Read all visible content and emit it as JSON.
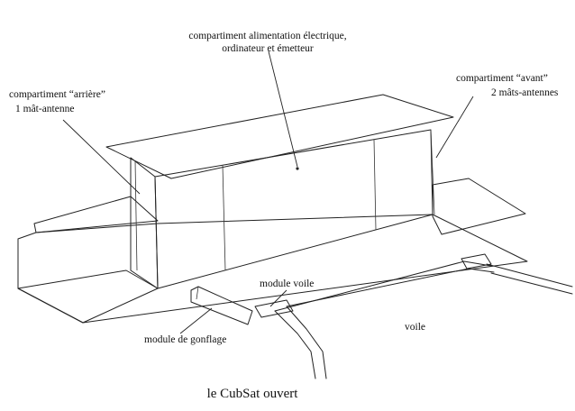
{
  "labels": {
    "power_compartment": [
      "compartiment alimentation électrique,",
      "ordinateur et émetteur"
    ],
    "rear_compartment": [
      "compartiment “arrière”",
      "1 mât-antenne"
    ],
    "front_compartment": [
      "compartiment “avant”",
      "2 mâts-antennes"
    ],
    "sail_module": "module voile",
    "sail": "voile",
    "inflation_module": "module de gonflage",
    "caption": "le CubSat ouvert"
  },
  "colors": {
    "ink": "#222222",
    "paper": "#ffffff"
  }
}
